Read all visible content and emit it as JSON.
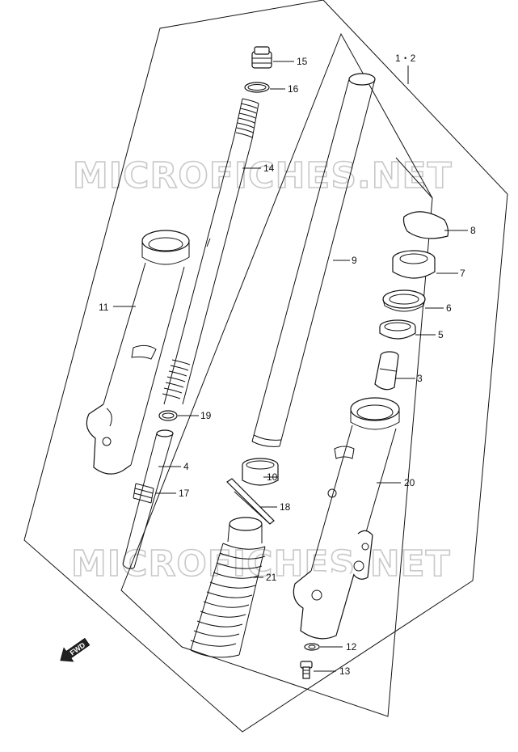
{
  "watermark": "MICROFICHES.NET",
  "assembly_label": "1・2",
  "fwd_label": "FWD",
  "callouts": [
    {
      "id": "15",
      "text": "15"
    },
    {
      "id": "16",
      "text": "16"
    },
    {
      "id": "14",
      "text": "14"
    },
    {
      "id": "9",
      "text": "9"
    },
    {
      "id": "8",
      "text": "8"
    },
    {
      "id": "7",
      "text": "7"
    },
    {
      "id": "6",
      "text": "6"
    },
    {
      "id": "5",
      "text": "5"
    },
    {
      "id": "3",
      "text": "3"
    },
    {
      "id": "11",
      "text": "11"
    },
    {
      "id": "19",
      "text": "19"
    },
    {
      "id": "4",
      "text": "4"
    },
    {
      "id": "17",
      "text": "17"
    },
    {
      "id": "10",
      "text": "10"
    },
    {
      "id": "18",
      "text": "18"
    },
    {
      "id": "21",
      "text": "21"
    },
    {
      "id": "20",
      "text": "20"
    },
    {
      "id": "12",
      "text": "12"
    },
    {
      "id": "13",
      "text": "13"
    }
  ]
}
